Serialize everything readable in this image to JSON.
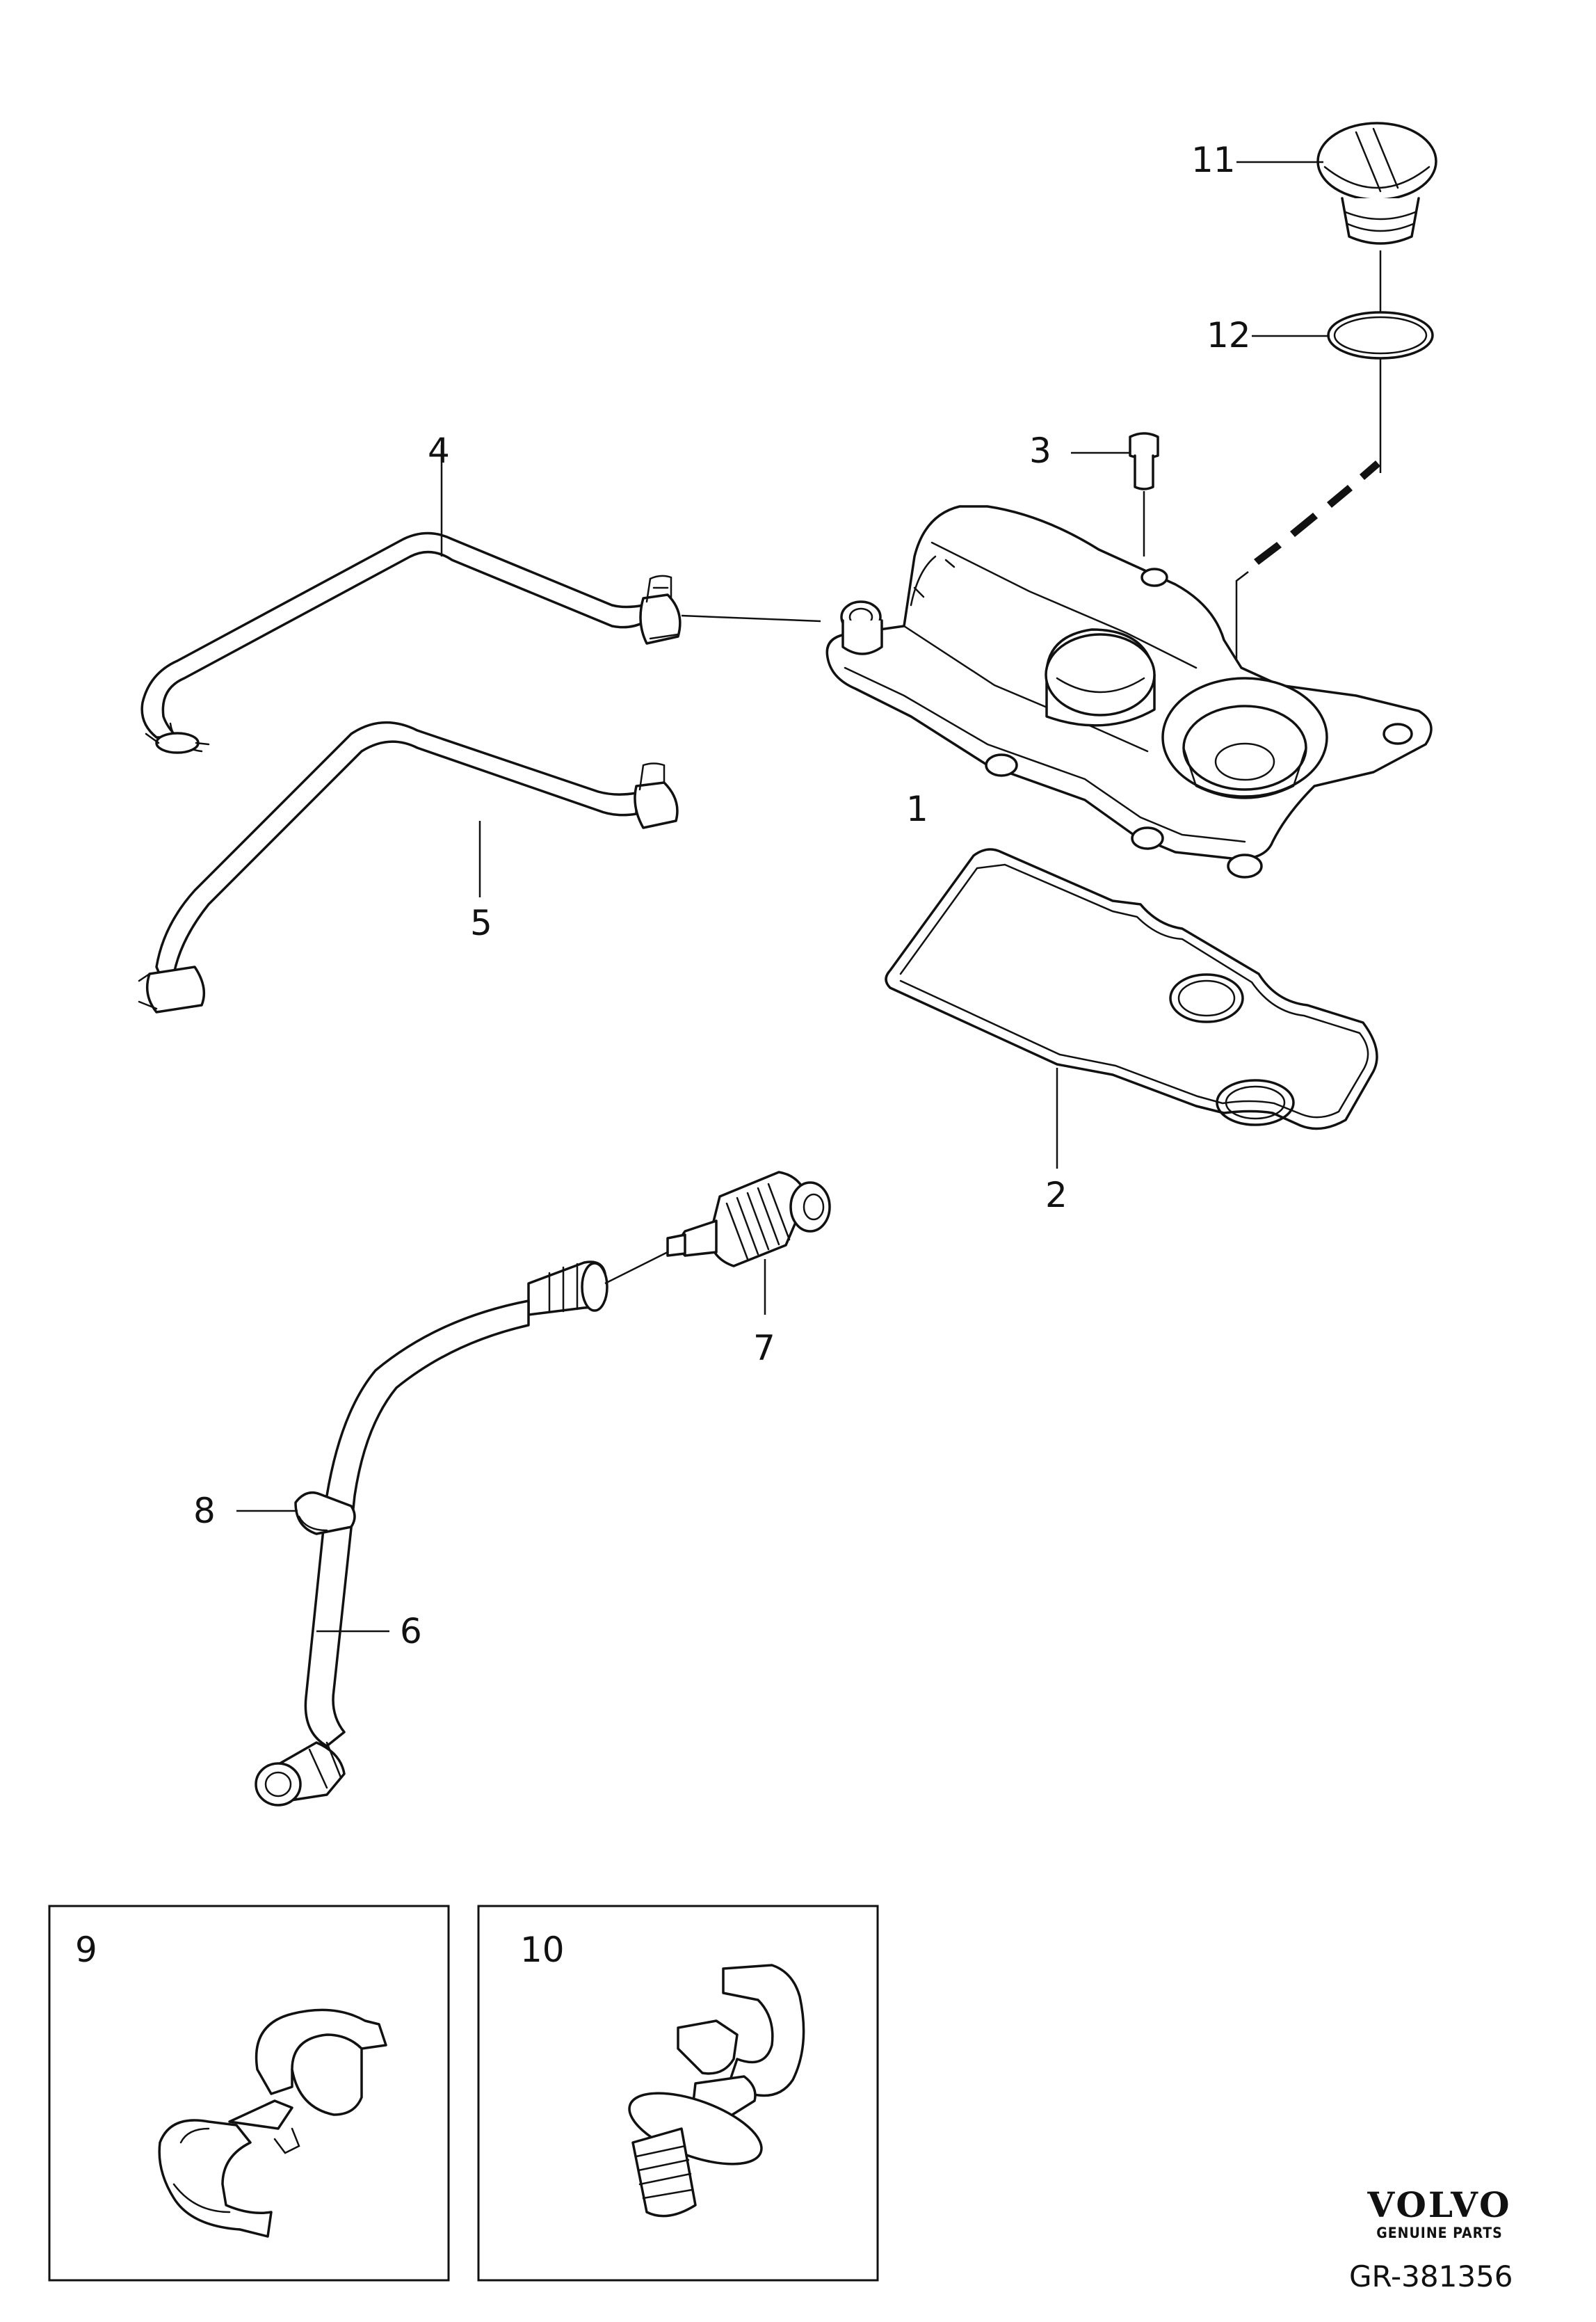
{
  "callouts": {
    "c1": "1",
    "c2": "2",
    "c3": "3",
    "c4": "4",
    "c5": "5",
    "c6": "6",
    "c7": "7",
    "c8": "8",
    "c11": "11",
    "c12": "12"
  },
  "insets": [
    {
      "label": "9"
    },
    {
      "label": "10"
    }
  ],
  "brand": {
    "name": "VOLVO",
    "tagline": "GENUINE PARTS",
    "figure_code": "GR-381356"
  }
}
